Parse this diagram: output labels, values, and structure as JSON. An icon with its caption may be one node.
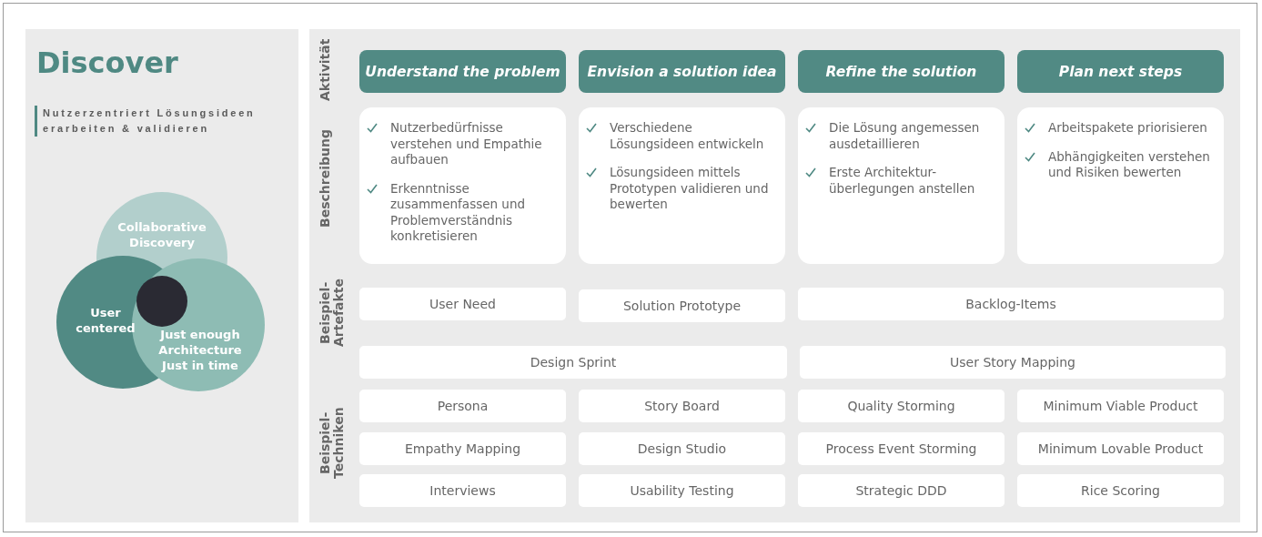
{
  "diagram": {
    "nodes": [
      {
        "text": [
          "Discover",
          "Nutzerzentriert Lösungsideen erarbeiten & validieren"
        ]
      },
      {
        "text": [
          "Collaborative Discovery"
        ],
        "in": 0
      },
      {
        "text": [
          "User centered"
        ],
        "in": 0
      },
      {
        "text": [
          "Just enough Architecture Just in time"
        ],
        "in": 0
      },
      {
        "text": [
          "Aktivität",
          "Beschreibung",
          "Beispiel-Artefakte",
          "Beispiel-Techniken"
        ]
      },
      {
        "text": [
          "Understand the problem"
        ],
        "in": 4
      },
      {
        "text": [
          "Envision a solution idea"
        ],
        "in": 4
      },
      {
        "text": [
          "Refine the solution"
        ],
        "in": 4
      },
      {
        "text": [
          "Plan next steps"
        ],
        "in": 4
      },
      {
        "text": [
          "Nutzerbedürfnisse verstehen und Empathie aufbauen",
          "Erkenntnisse zusammenfassen und Problemverständnis konkretisieren"
        ],
        "in": 4
      },
      {
        "text": [
          "Verschiedene Lösungsideen entwickeln",
          "Lösungsideen mittels Prototypen validieren und bewerten"
        ],
        "in": 4
      },
      {
        "text": [
          "Die Lösung angemessen ausdetaillieren",
          "Erste Architektur-überlegungen anstellen"
        ],
        "in": 4
      },
      {
        "text": [
          "Arbeitspakete priorisieren",
          "Abhängigkeiten verstehen und Risiken bewerten"
        ],
        "in": 4
      },
      {
        "text": [
          "User Need"
        ],
        "in": 4
      },
      {
        "text": [
          "Solution Prototype"
        ],
        "in": 4
      },
      {
        "text": [
          "Backlog-Items"
        ],
        "in": 4
      },
      {
        "text": [
          "Design Sprint"
        ],
        "in": 4
      },
      {
        "text": [
          "User Story Mapping"
        ],
        "in": 4
      },
      {
        "text": [
          "Persona"
        ],
        "in": 4
      },
      {
        "text": [
          "Story Board"
        ],
        "in": 4
      },
      {
        "text": [
          "Quality Storming"
        ],
        "in": 4
      },
      {
        "text": [
          "Minimum Viable Product"
        ],
        "in": 4
      },
      {
        "text": [
          "Empathy Mapping"
        ],
        "in": 4
      },
      {
        "text": [
          "Design Studio"
        ],
        "in": 4
      },
      {
        "text": [
          "Process Event Storming"
        ],
        "in": 4
      },
      {
        "text": [
          "Minimum Lovable Product"
        ],
        "in": 4
      },
      {
        "text": [
          "Interviews"
        ],
        "in": 4
      },
      {
        "text": [
          "Usability Testing"
        ],
        "in": 4
      },
      {
        "text": [
          "Strategic DDD"
        ],
        "in": 4
      },
      {
        "text": [
          "Rice Scoring"
        ],
        "in": 4
      }
    ]
  }
}
